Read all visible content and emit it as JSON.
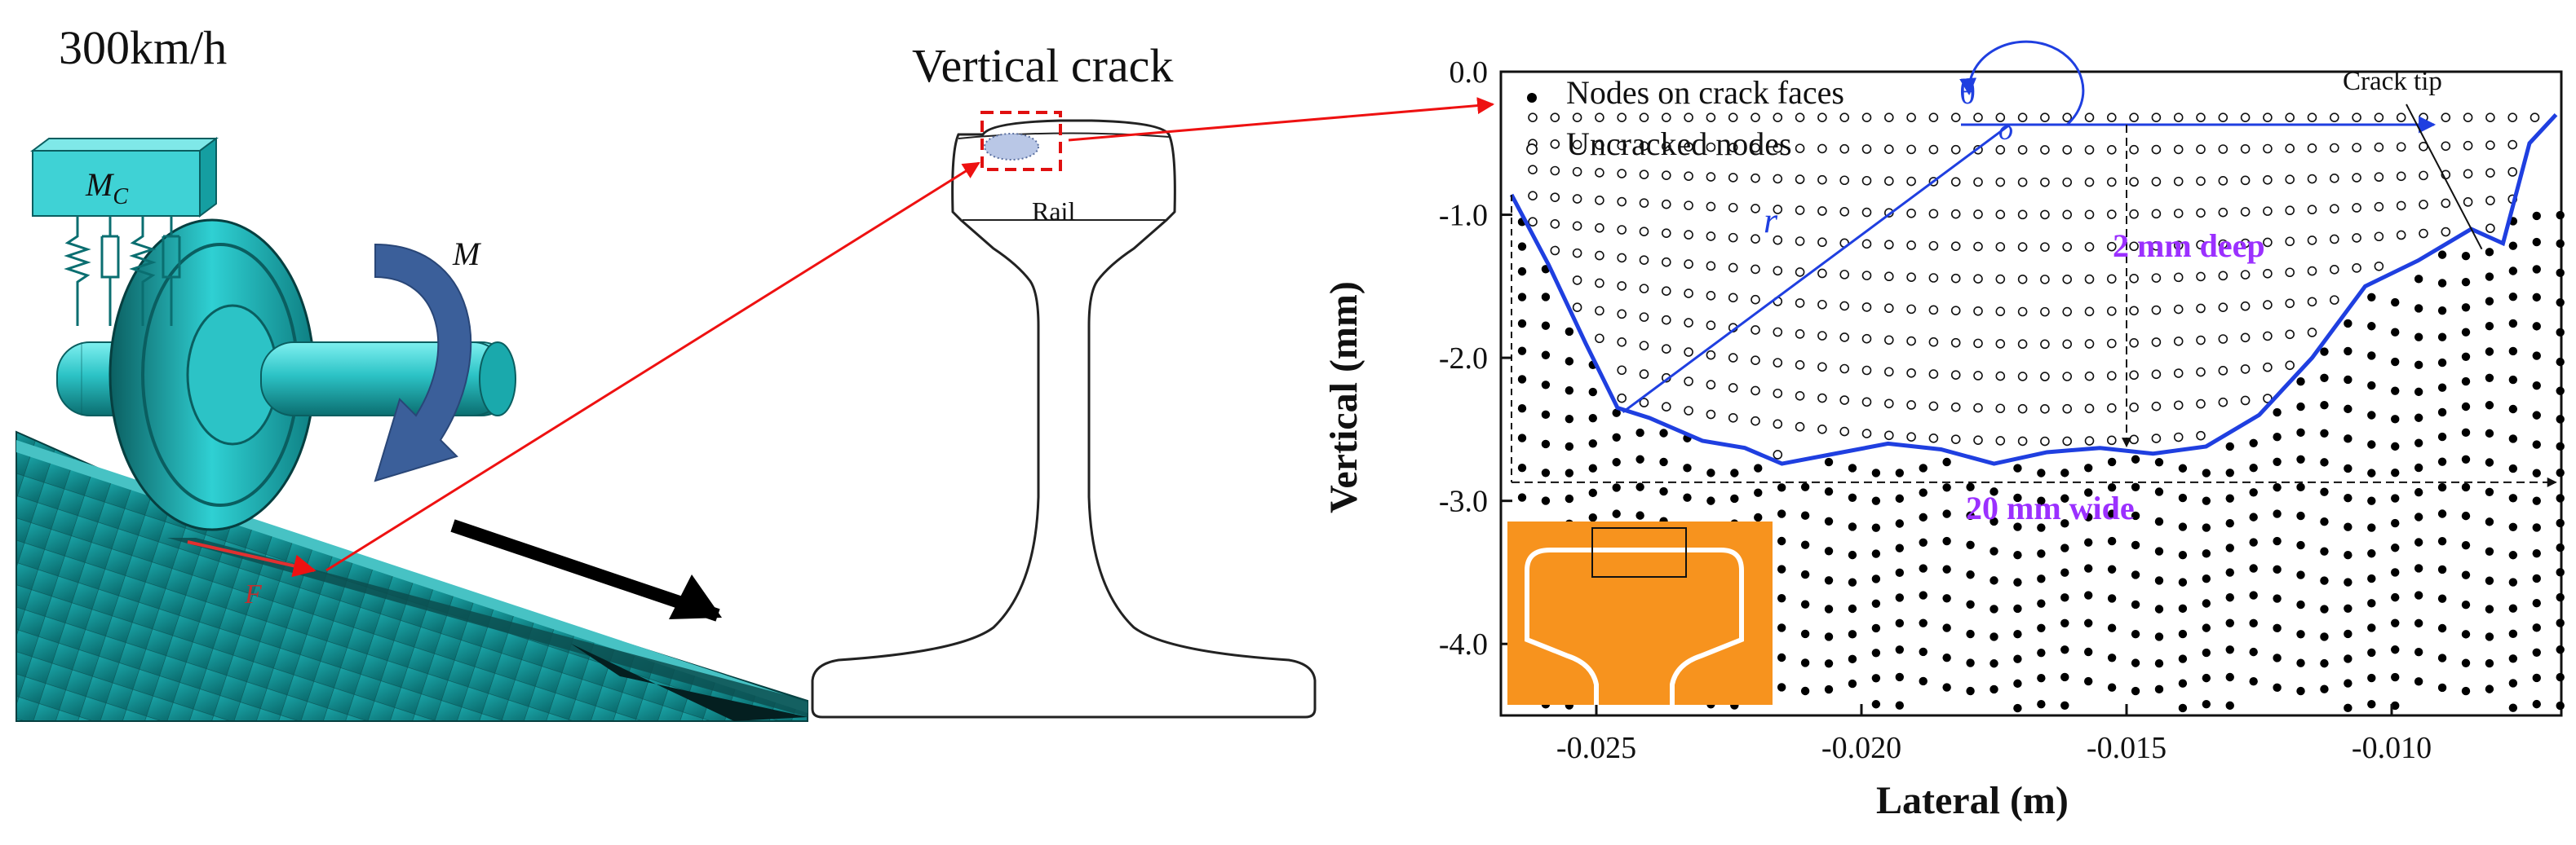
{
  "left_panel": {
    "speed_label": "300km/h",
    "mass_label_main": "M",
    "mass_label_sub": "C",
    "moment_label": "M",
    "force_label": "F"
  },
  "middle_panel": {
    "title": "Vertical crack",
    "rail_label": "Rail"
  },
  "chart_data": {
    "type": "scatter",
    "xlabel": "Lateral (m)",
    "ylabel": "Vertical (mm)",
    "xlim": [
      -0.0268,
      -0.0068
    ],
    "ylim": [
      -4.5,
      0
    ],
    "x_ticks": [
      -0.025,
      -0.02,
      -0.015,
      -0.01
    ],
    "x_tick_labels": [
      "-0.025",
      "-0.020",
      "-0.015",
      "-0.010"
    ],
    "y_ticks": [
      0,
      -1,
      -2,
      -3,
      -4
    ],
    "y_tick_labels": [
      "0.0",
      "-1.0",
      "-2.0",
      "-3.0",
      "-4.0"
    ],
    "grid": false,
    "legend": [
      {
        "label": "Nodes on crack faces",
        "marker": "filled-dot"
      },
      {
        "label": "Uncracked nodes",
        "marker": "open-circle"
      }
    ],
    "annotations": {
      "crack_tip": "Crack tip",
      "depth": "2 mm deep",
      "width": "20 mm wide",
      "theta": "θ",
      "radius": "r",
      "origin": "o"
    },
    "crack_boundary": [
      [
        -0.0266,
        -0.86
      ],
      [
        -0.0259,
        -1.35
      ],
      [
        -0.0252,
        -1.9
      ],
      [
        -0.0246,
        -2.35
      ],
      [
        -0.024,
        -2.42
      ],
      [
        -0.023,
        -2.58
      ],
      [
        -0.0222,
        -2.63
      ],
      [
        -0.0215,
        -2.74
      ],
      [
        -0.0205,
        -2.67
      ],
      [
        -0.0195,
        -2.6
      ],
      [
        -0.0185,
        -2.64
      ],
      [
        -0.0175,
        -2.74
      ],
      [
        -0.0165,
        -2.66
      ],
      [
        -0.0155,
        -2.63
      ],
      [
        -0.0145,
        -2.67
      ],
      [
        -0.0135,
        -2.62
      ],
      [
        -0.0125,
        -2.4
      ],
      [
        -0.0115,
        -2.0
      ],
      [
        -0.0105,
        -1.5
      ],
      [
        -0.0095,
        -1.32
      ],
      [
        -0.0085,
        -1.1
      ],
      [
        -0.0079,
        -1.2
      ],
      [
        -0.0074,
        -0.5
      ],
      [
        -0.0069,
        -0.3
      ]
    ],
    "crack_tip_point": [
      -0.0083,
      -1.24
    ],
    "polar_origin": [
      -0.0172,
      -0.37
    ],
    "radius_end": [
      -0.0245,
      -2.38
    ],
    "depth_marker": [
      -0.015,
      -0.37,
      -2.62
    ],
    "width_marker": [
      -0.0266,
      -0.0069,
      -2.87
    ]
  },
  "colors": {
    "crack_boundary": "#1f3fe0",
    "annotation_purple": "#9b30ff",
    "node": "#000000",
    "rail_section_fill": "#f7931e",
    "wheel_teal": "#27c5c9",
    "track_teal": "#0f8c8c",
    "link_arrow": "#ee1111"
  }
}
